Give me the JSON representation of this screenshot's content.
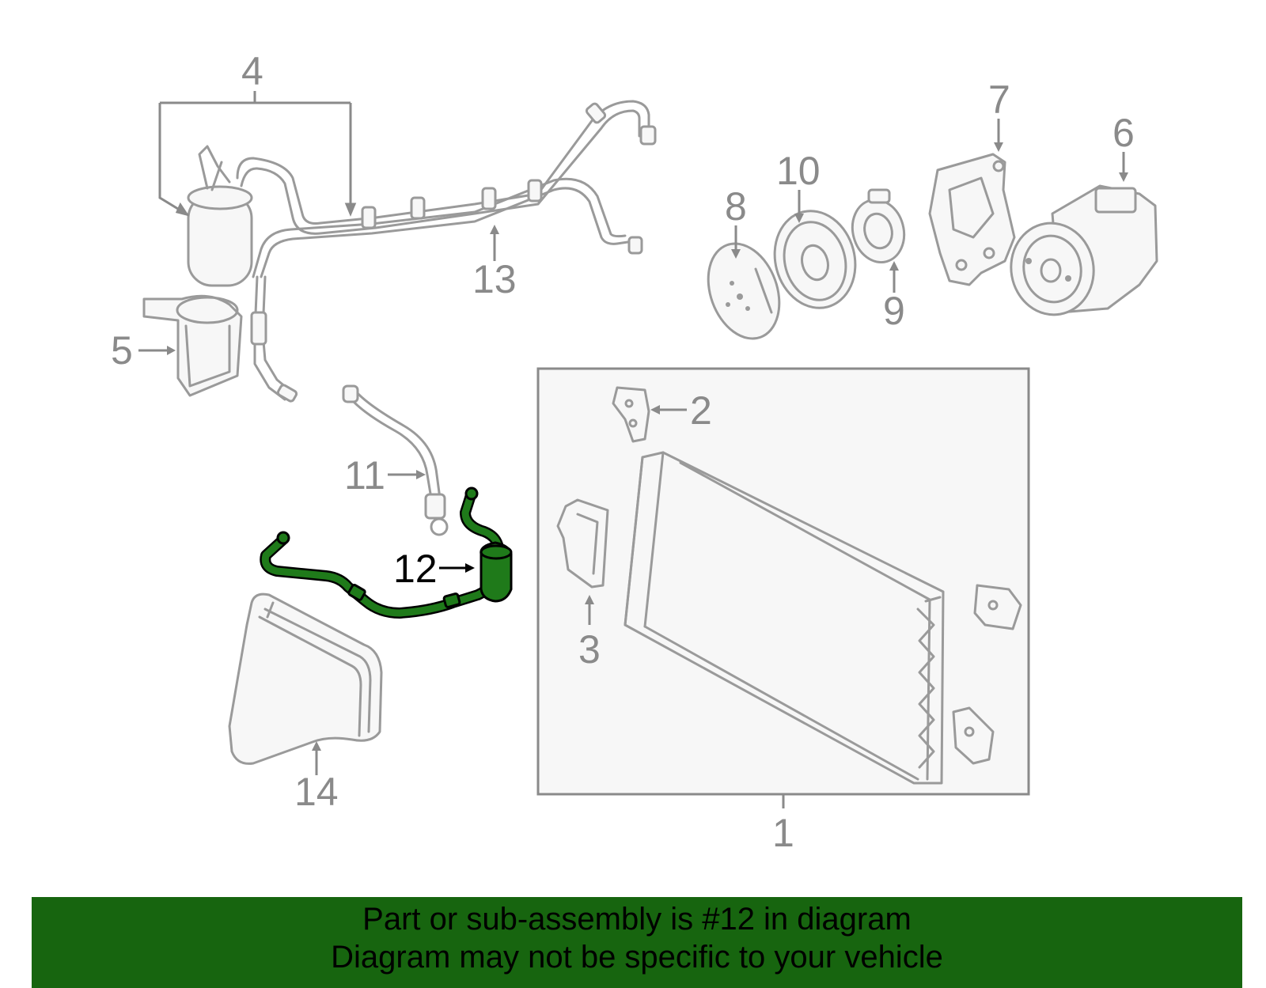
{
  "diagram": {
    "highlighted_part": "12",
    "highlight_color": "#1f7a1a",
    "part_color": "#9a9a9a",
    "callouts": [
      "1",
      "2",
      "3",
      "4",
      "5",
      "6",
      "7",
      "8",
      "9",
      "10",
      "11",
      "12",
      "13",
      "14"
    ]
  },
  "footer": {
    "background": "#17650f",
    "line1": "Part or sub-assembly is #12 in diagram",
    "line2": "Diagram may not be specific to your vehicle"
  }
}
